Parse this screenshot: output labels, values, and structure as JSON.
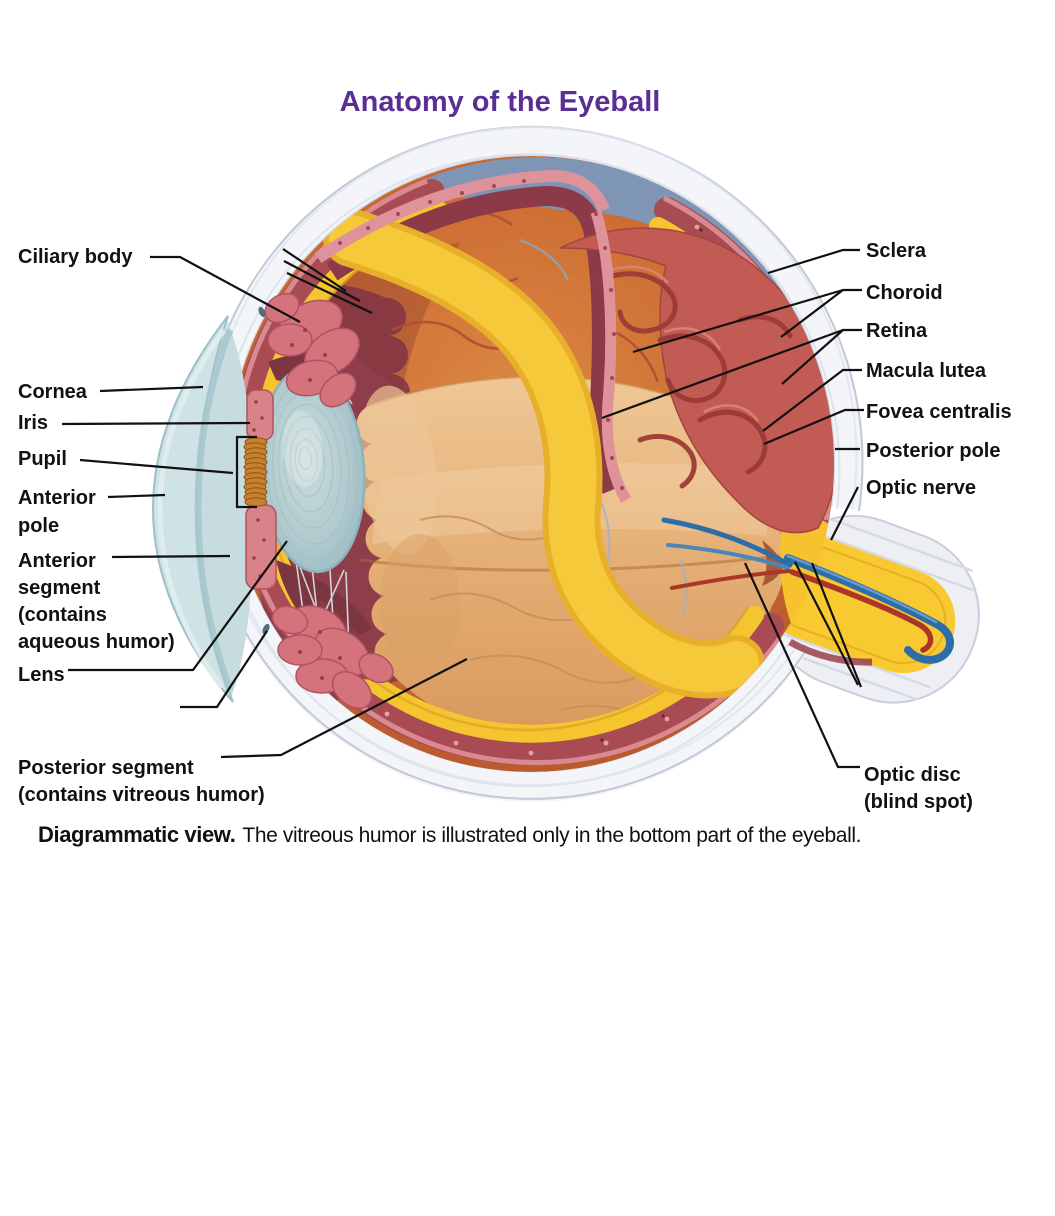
{
  "title": "Anatomy of the Eyeball",
  "caption": {
    "lead": "Diagrammatic view.",
    "body": "The vitreous humor is illustrated only in the bottom part of the eyeball."
  },
  "labels": {
    "ciliary_body": "Ciliary body",
    "cornea": "Cornea",
    "iris": "Iris",
    "pupil": "Pupil",
    "anterior_pole": "Anterior\npole",
    "anterior_segment": "Anterior\nsegment\n(contains\naqueous humor)",
    "lens": "Lens",
    "posterior_segment": "Posterior segment\n(contains vitreous humor)",
    "sclera": "Sclera",
    "choroid": "Choroid",
    "retina": "Retina",
    "macula_lutea": "Macula lutea",
    "fovea_centralis": "Fovea centralis",
    "posterior_pole": "Posterior pole",
    "optic_nerve": "Optic nerve",
    "optic_disc": "Optic disc\n(blind spot)"
  },
  "colors": {
    "title": "#5A2F93",
    "label_text": "#111111",
    "leader_line": "#111111",
    "sclera_shell": "#F3F5F9",
    "sclera_streak": "#DCE1EC",
    "sclera_outline": "#C2C8D6",
    "slate_interior": "#7E95B4",
    "choroid": "#A84B52",
    "choroid_dot": "#E3A0A6",
    "retina": "#F5C52F",
    "fundus": "#C96631",
    "fundus_vessel": "#AE4E31",
    "vitreous": "#E5B079",
    "flap_retina": "#F6C93A",
    "flap_choroid": "#C25B53",
    "flap_vessel": "#9C3B36",
    "flap_cut_edge": "#DE939B",
    "dark_maroon": "#8E3E4A",
    "cornea": "#CFE3E6",
    "aqueous": "#C7DCDF",
    "lens": "#A9C6CB",
    "lens_ring": "#8FB2BA",
    "iris": "#D8838A",
    "pupil_muscle": "#C9802F",
    "ciliary": "#D4737C",
    "zonule": "#D9E4E8",
    "nerve_core": "#F8C930",
    "nerve_sheath": "#EDEFF4",
    "vein": "#2E6EA8",
    "artery": "#AC3528"
  }
}
